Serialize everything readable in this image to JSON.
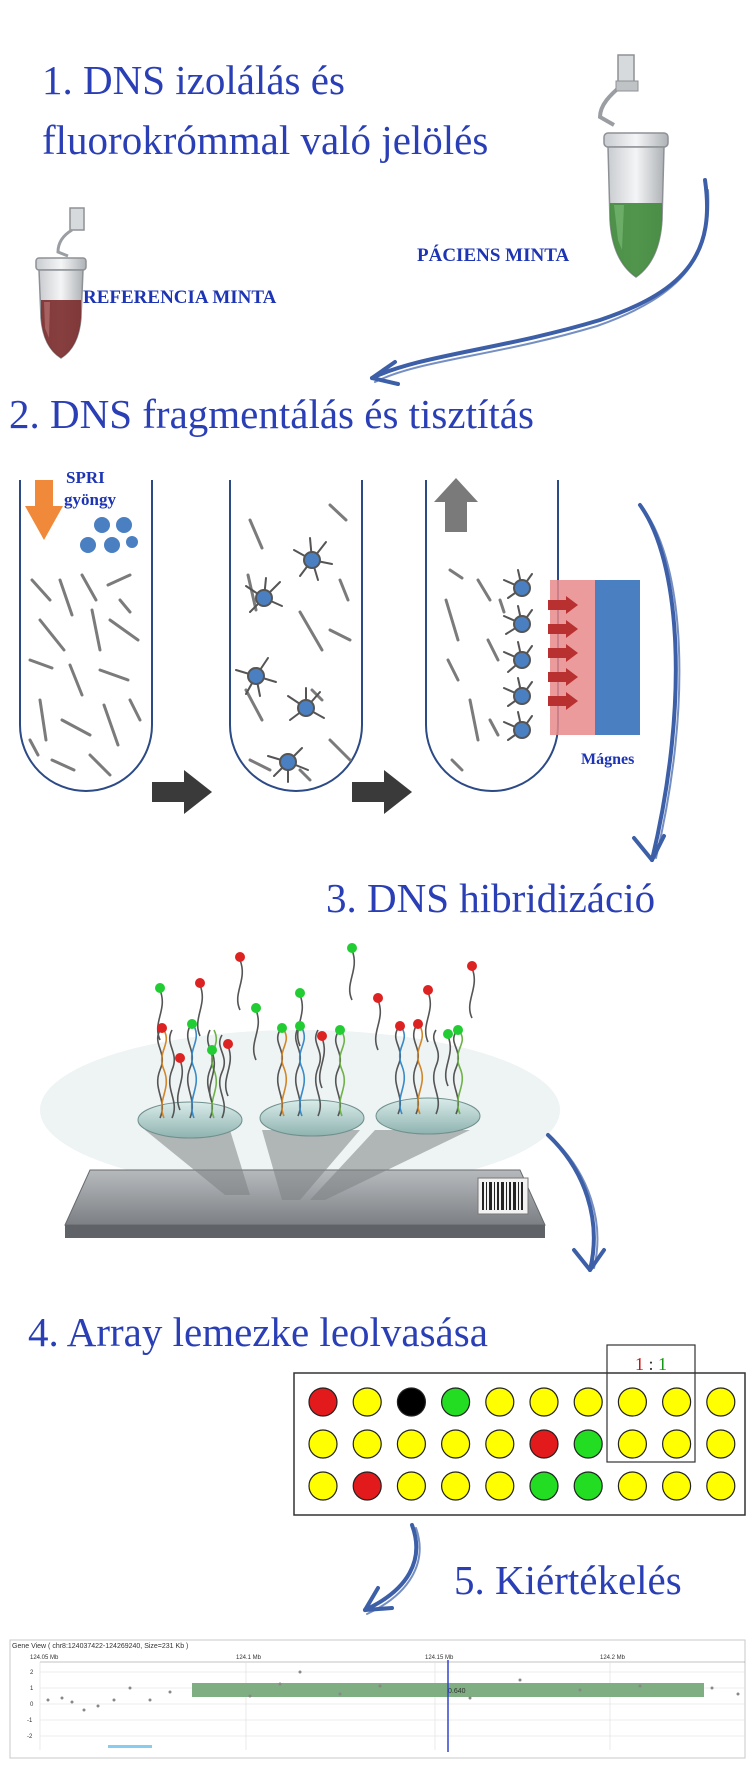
{
  "steps": {
    "s1_line1": "1. DNS izolálás és",
    "s1_line2": "fluorokrómmal való jelölés",
    "s2": "2. DNS fragmentálás és tisztítás",
    "s3": "3. DNS hibridizáció",
    "s4": "4. Array lemezke leolvasása",
    "s5": "5. Kiértékelés"
  },
  "labels": {
    "patient_sample": "PÁCIENS MINTA",
    "reference_sample": "REFERENCIA MINTA",
    "spri_line1": "SPRI",
    "spri_line2": "gyöngy",
    "magnet": "Mágnes",
    "ratio_left": "1",
    "ratio_sep": " : ",
    "ratio_right": "1"
  },
  "colors": {
    "title_blue": "#2a3fb5",
    "arrow_blue": "#3c5fa8",
    "patient_liquid": "#3f8a3a",
    "reference_liquid": "#7a2a2a",
    "bead_blue": "#4a7fc1",
    "spri_arrow": "#f08a3a",
    "magnet_pink": "#e88a8a",
    "magnet_blue": "#4a7fc1",
    "arrow_dark": "#3a3a3a",
    "spot_red": "#e31a1c",
    "spot_yellow": "#ffff00",
    "spot_green": "#22dd22",
    "spot_black": "#000000",
    "ratio_red": "#cc1111",
    "ratio_green": "#119911",
    "graph_band": "#7fae82"
  },
  "array": {
    "rows": [
      [
        "red",
        "yellow",
        "black",
        "green",
        "yellow",
        "yellow",
        "yellow",
        "yellow",
        "yellow",
        "yellow"
      ],
      [
        "yellow",
        "yellow",
        "yellow",
        "yellow",
        "yellow",
        "red",
        "green",
        "yellow",
        "yellow",
        "yellow"
      ],
      [
        "yellow",
        "red",
        "yellow",
        "yellow",
        "yellow",
        "green",
        "green",
        "yellow",
        "yellow",
        "yellow"
      ]
    ]
  },
  "graph": {
    "header": "Gene View ( chr8:124037422-124269240, Size=231 Kb )",
    "ticks": [
      "124.05 Mb",
      "124.1 Mb",
      "124.15 Mb",
      "124.2 Mb"
    ],
    "y_ticks": [
      "2",
      "1",
      "0",
      "-1",
      "-2"
    ],
    "value": "0.640"
  }
}
